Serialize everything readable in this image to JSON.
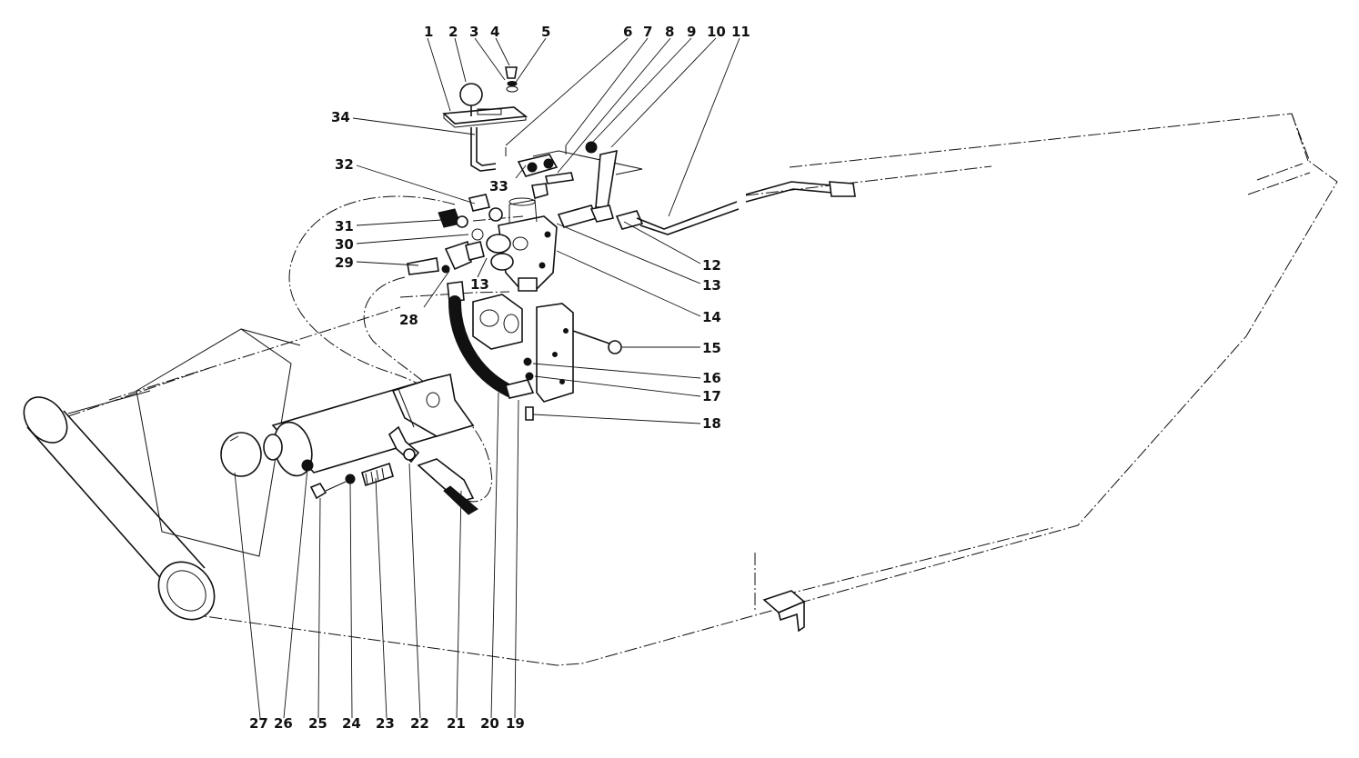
{
  "diagram": {
    "callouts": [
      {
        "id": "c1",
        "text": "1"
      },
      {
        "id": "c2",
        "text": "2"
      },
      {
        "id": "c3",
        "text": "3"
      },
      {
        "id": "c4",
        "text": "4"
      },
      {
        "id": "c5",
        "text": "5"
      },
      {
        "id": "c6",
        "text": "6"
      },
      {
        "id": "c7",
        "text": "7"
      },
      {
        "id": "c8",
        "text": "8"
      },
      {
        "id": "c9",
        "text": "9"
      },
      {
        "id": "c10",
        "text": "10"
      },
      {
        "id": "c11",
        "text": "11"
      },
      {
        "id": "c12",
        "text": "12"
      },
      {
        "id": "c13a",
        "text": "13"
      },
      {
        "id": "c13b",
        "text": "13"
      },
      {
        "id": "c14",
        "text": "14"
      },
      {
        "id": "c15",
        "text": "15"
      },
      {
        "id": "c16",
        "text": "16"
      },
      {
        "id": "c17",
        "text": "17"
      },
      {
        "id": "c18",
        "text": "18"
      },
      {
        "id": "c19",
        "text": "19"
      },
      {
        "id": "c20",
        "text": "20"
      },
      {
        "id": "c21",
        "text": "21"
      },
      {
        "id": "c22",
        "text": "22"
      },
      {
        "id": "c23",
        "text": "23"
      },
      {
        "id": "c24",
        "text": "24"
      },
      {
        "id": "c25",
        "text": "25"
      },
      {
        "id": "c26",
        "text": "26"
      },
      {
        "id": "c27",
        "text": "27"
      },
      {
        "id": "c28",
        "text": "28"
      },
      {
        "id": "c29",
        "text": "29"
      },
      {
        "id": "c30",
        "text": "30"
      },
      {
        "id": "c31",
        "text": "31"
      },
      {
        "id": "c32",
        "text": "32"
      },
      {
        "id": "c33",
        "text": "33"
      },
      {
        "id": "c34",
        "text": "34"
      }
    ]
  }
}
